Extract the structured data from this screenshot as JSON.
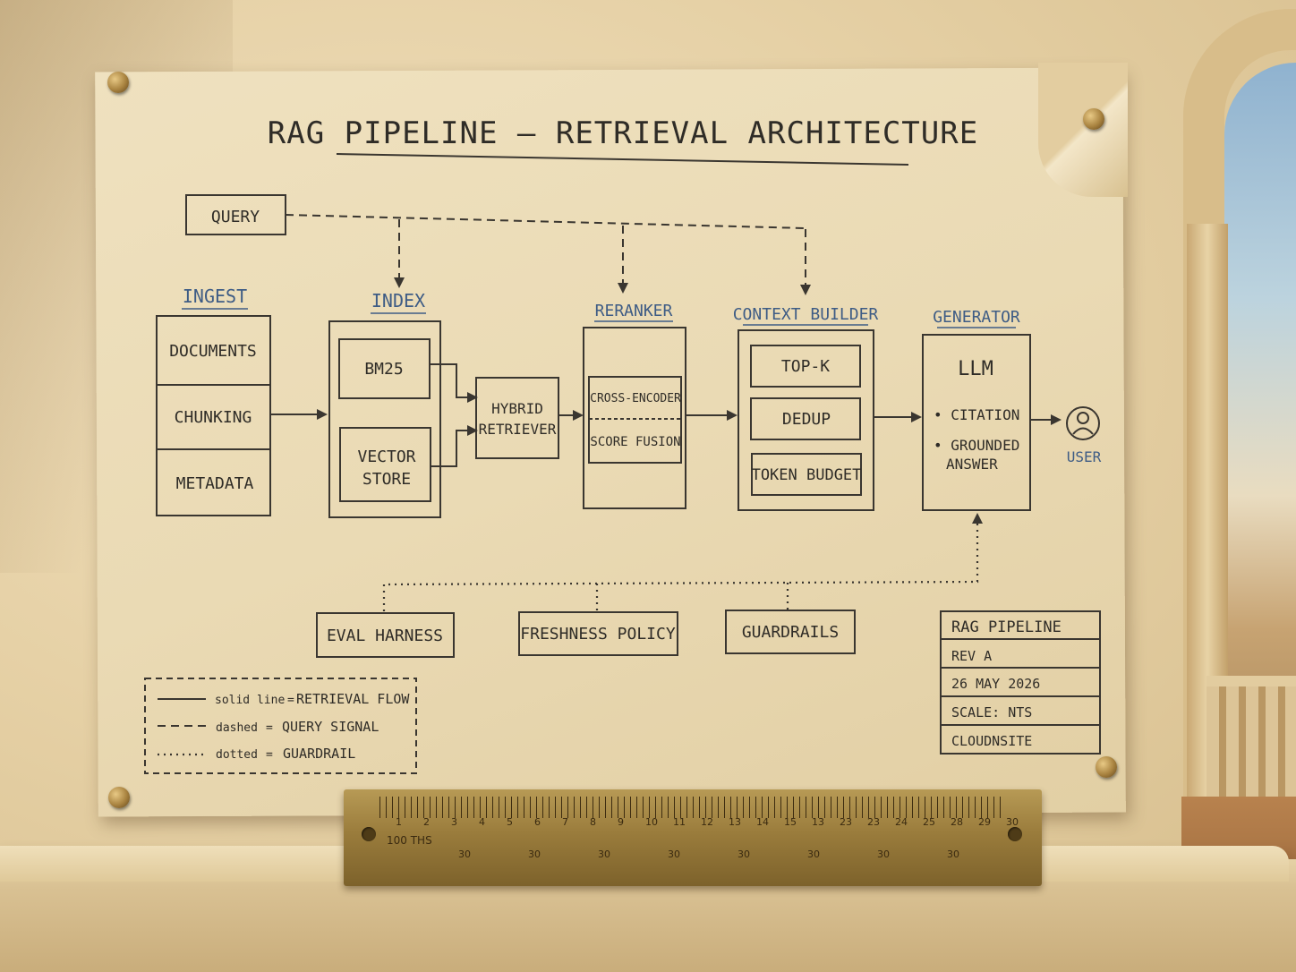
{
  "title": "RAG PIPELINE — RETRIEVAL ARCHITECTURE",
  "query": "QUERY",
  "sections": {
    "ingest": "INGEST",
    "index": "INDEX",
    "reranker": "RERANKER",
    "context_builder": "CONTEXT BUILDER",
    "generator": "GENERATOR"
  },
  "ingest_items": [
    "DOCUMENTS",
    "CHUNKING",
    "METADATA"
  ],
  "index_items": {
    "bm25": "BM25",
    "vector_1": "VECTOR",
    "vector_2": "STORE"
  },
  "hybrid": {
    "line1": "HYBRID",
    "line2": "RETRIEVER"
  },
  "reranker_items": [
    "CROSS-ENCODER",
    "SCORE FUSION"
  ],
  "context_items": [
    "TOP-K",
    "DEDUP",
    "TOKEN BUDGET"
  ],
  "generator": {
    "model": "LLM",
    "bullet1": "• CITATION",
    "bullet2a": "• GROUNDED",
    "bullet2b": "ANSWER"
  },
  "user": "USER",
  "guardrail_boxes": [
    "EVAL HARNESS",
    "FRESHNESS POLICY",
    "GUARDRAILS"
  ],
  "legend": {
    "solid_key": "solid line",
    "solid_val": "RETRIEVAL FLOW",
    "dashed_key": "dashed",
    "dashed_val": "QUERY SIGNAL",
    "dotted_key": "dotted",
    "dotted_val": "GUARDRAIL",
    "eq": "="
  },
  "title_block": [
    "RAG PIPELINE",
    "REV A",
    "26 MAY 2026",
    "SCALE: NTS",
    "CLOUDNSITE"
  ],
  "ruler": {
    "numbers": [
      "1",
      "2",
      "3",
      "4",
      "5",
      "6",
      "7",
      "8",
      "9",
      "10",
      "11",
      "12",
      "13",
      "14",
      "15",
      "13",
      "23",
      "23",
      "24",
      "25",
      "28",
      "29",
      "30"
    ],
    "label": "100 THS",
    "sub_numbers": [
      "30",
      "30",
      "30",
      "30",
      "30",
      "30",
      "30",
      "30"
    ]
  },
  "colors": {
    "ink": "#3a3630",
    "heading_blue": "#3e5c85",
    "paper": "#eadab4"
  },
  "icons": [
    "user-icon"
  ]
}
